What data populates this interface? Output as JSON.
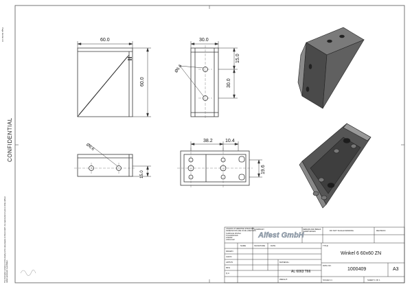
{
  "margin_note": "Page border A4",
  "confidential": "CONFIDENTIAL",
  "disclaimer_text": "The information contained in this drawing is the sole property of Alfest GmbH. Any reproduction in part or whole without written permission is prohibited.",
  "dimensions": {
    "front_width": "60.0",
    "front_height": "60.0",
    "side_width": "30.0",
    "side_top": "15.0",
    "side_height": "30.0",
    "side_hole": "Ø6.6",
    "bottom_hole": "Ø6.6",
    "bottom_height": "15.0",
    "plan_width": "38.2",
    "plan_edge": "10.4",
    "plan_height": "19.6"
  },
  "title_block": {
    "notes": [
      "UNLESS OTHERWISE SPECIFIED:",
      "DIMENSIONS ARE IN MILLIMETERS",
      "SURFACE FINISH:",
      "TOLERANCES:",
      "LINEAR:",
      "ANGULAR:"
    ],
    "company_label": "COMPANY",
    "company_logo": "Alfest GmbH",
    "header_deburr": "DEBURR AND BREAK SHARP EDGES",
    "header_dnd": "DO NOT SCALE DRAWING",
    "header_rev": "REVISION",
    "rows": [
      {
        "label": "",
        "name": "NAME",
        "signature": "SIGNATURE",
        "date": "DATE"
      },
      {
        "label": "DRAWN",
        "name": "",
        "signature": "",
        "date": ""
      },
      {
        "label": "CHK'D",
        "name": "",
        "signature": "",
        "date": ""
      },
      {
        "label": "APPV'D",
        "name": "",
        "signature": "",
        "date": ""
      },
      {
        "label": "MFG",
        "name": "",
        "signature": "",
        "date": ""
      },
      {
        "label": "Q.A",
        "name": "",
        "signature": "",
        "date": ""
      }
    ],
    "title_label": "TITLE:",
    "title": "Winkel 6 60x60 ZN",
    "material_label": "MATERIAL:",
    "material": "AL 6063 T66",
    "weight_label": "WEIGHT:",
    "dwg_label": "DWG NO.",
    "dwg_no": "1000409",
    "size": "A3",
    "scale_label": "SCALE:1:1",
    "sheet_label": "SHEET 1 OF 1"
  },
  "colors": {
    "line": "#333333",
    "part_dark": "#4a4a4a",
    "part_mid": "#6e6e6e",
    "part_light": "#9a9a9a",
    "logo": "#9aa6b2"
  }
}
